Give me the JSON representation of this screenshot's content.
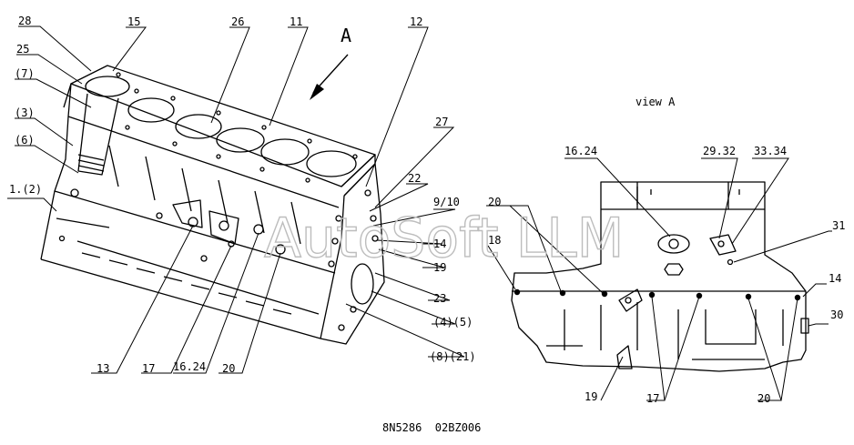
{
  "watermark": "AutoSoft LLM",
  "view_label": "view A",
  "arrow_label": "A",
  "footer_code": "8N5286  02BZ006",
  "callouts": {
    "c28": "28",
    "c15": "15",
    "c26": "26",
    "c11": "11",
    "c12": "12",
    "c25": "25",
    "c7": "(7)",
    "c3": "(3)",
    "c6": "(6)",
    "c1": "1.(2)",
    "c27": "27",
    "c22": "22",
    "c9_10": "9/10",
    "c14a": "14",
    "c19a": "19",
    "c23": "23",
    "c4_5": "(4)(5)",
    "c8_21": "(8)(21)",
    "c13": "13",
    "c17a": "17",
    "c16_24a": "16.24",
    "c20a": "20",
    "c16_24b": "16.24",
    "c29_32": "29.32",
    "c33_34": "33.34",
    "c20b": "20",
    "c18": "18",
    "c31": "31",
    "c14b": "14",
    "c30": "30",
    "c19b": "19",
    "c17b": "17",
    "c20c": "20"
  },
  "colors": {
    "line": "#000000",
    "watermark": "#bdbdbd",
    "background": "#ffffff"
  }
}
